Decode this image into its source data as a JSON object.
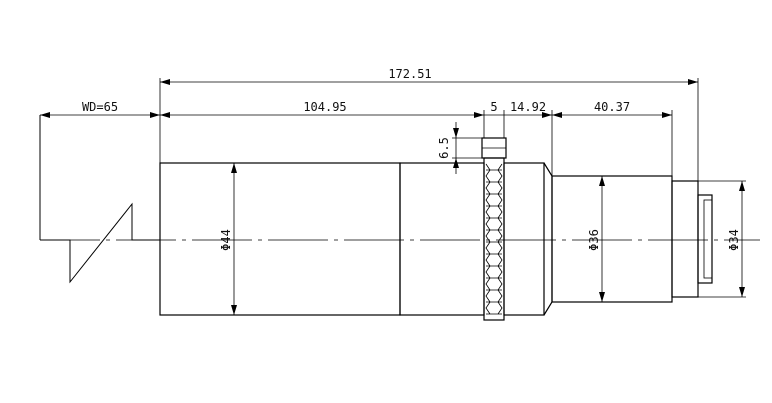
{
  "drawing": {
    "dimensions": {
      "overall_length": "172.51",
      "working_distance": "WD=65",
      "front_section": "104.95",
      "ring_width": "5",
      "taper_section": "14.92",
      "rear_section": "40.37",
      "screw_height": "6.5",
      "front_diameter": "Φ44",
      "rear_diameter": "Φ36",
      "mount_diameter": "Φ34"
    }
  }
}
